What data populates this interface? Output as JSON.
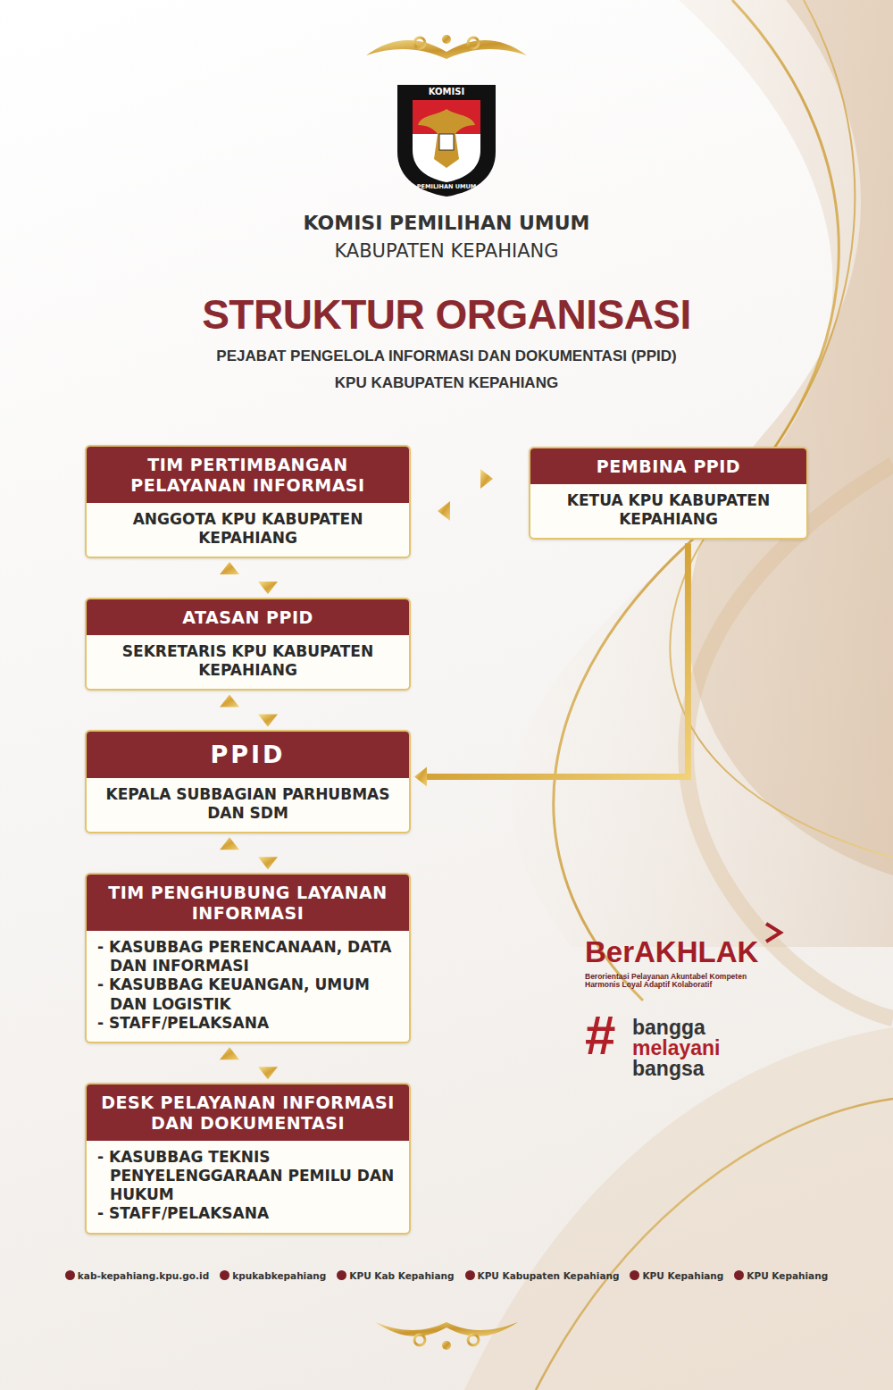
{
  "diagram": {
    "title": "STRUKTUR ORGANISASI",
    "nodes": [
      {
        "text": [
          "TIM PERTIMBANGAN PELAYANAN INFORMASI",
          "ANGGOTA KPU KABUPATEN KEPAHIANG"
        ]
      },
      {
        "text": [
          "PEMBINA PPID",
          "KETUA KPU KABUPATEN KEPAHIANG"
        ]
      },
      {
        "text": [
          "ATASAN PPID",
          "SEKRETARIS KPU KABUPATEN KEPAHIANG"
        ]
      },
      {
        "text": [
          "PPID",
          "KEPALA SUBBAGIAN PARHUBMAS DAN SDM"
        ]
      },
      {
        "text": [
          "TIM PENGHUBUNG LAYANAN INFORMASI",
          "- KASUBBAG PERENCANAAN, DATA DAN INFORMASI",
          "- KASUBBAG KEUANGAN, UMUM DAN LOGISTIK",
          "- STAFF/PELAKSANA"
        ]
      },
      {
        "text": [
          "DESK PELAYANAN INFORMASI DAN DOKUMENTASI",
          "- KASUBBAG TEKNIS PENYELENGGARAAN PEMILU DAN HUKUM",
          "- STAFF/PELAKSANA"
        ]
      }
    ],
    "edges": [
      {
        "from": 0,
        "to": 1,
        "arrow": "to"
      },
      {
        "from": 1,
        "to": 0,
        "arrow": "to"
      },
      {
        "from": 1,
        "to": 3,
        "arrow": "to"
      },
      {
        "from": 2,
        "to": 0,
        "arrow": "to"
      },
      {
        "from": 0,
        "to": 2,
        "arrow": "to"
      },
      {
        "from": 3,
        "to": 2,
        "arrow": "to"
      },
      {
        "from": 2,
        "to": 3,
        "arrow": "to"
      },
      {
        "from": 4,
        "to": 3,
        "arrow": "to"
      },
      {
        "from": 3,
        "to": 4,
        "arrow": "to"
      },
      {
        "from": 5,
        "to": 4,
        "arrow": "to"
      },
      {
        "from": 4,
        "to": 5,
        "arrow": "to"
      }
    ],
    "labels": [
      "KOMISI",
      "PEMILIHAN UMUM",
      "KOMISI PEMILIHAN UMUM",
      "KABUPATEN KEPAHIANG",
      "PEJABAT PENGELOLA INFORMASI DAN DOKUMENTASI (PPID)",
      "KPU KABUPATEN KEPAHIANG",
      "BerAKHLAK",
      "Berorientasi Pelayanan Akuntabel Kompeten Harmonis Loyal Adaptif Kolaboratif",
      "#",
      "bangga",
      "melayani",
      "bangsa",
      "kab-kepahiang.kpu.go.id",
      "kpukabkepahiang",
      "KPU Kab Kepahiang",
      "KPU Kabupaten Kepahiang",
      "KPU Kepahiang",
      "KPU Kepahiang"
    ]
  }
}
